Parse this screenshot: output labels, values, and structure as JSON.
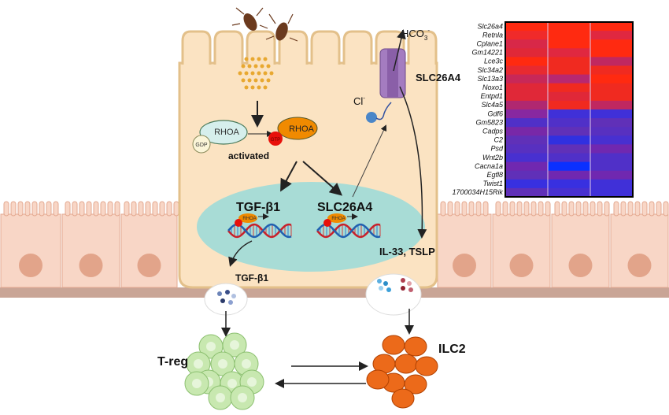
{
  "labels": {
    "hco3": "HCO",
    "hco3_sub": "3",
    "hco3_sup": "-",
    "cl": "Cl",
    "cl_sup": "-",
    "transporter": "SLC26A4",
    "rhoa_inactive": "RHOA",
    "gdp": "GDP",
    "rhoa_active": "RHOA",
    "gtp": "GTP",
    "activated": "activated",
    "gene1": "TGF-β1",
    "gene2": "SLC26A4",
    "dna_rhoa": "RHOA",
    "cytokines": "IL-33, TSLP",
    "secreted": "TGF-β1",
    "treg": "T-reg",
    "ilc2": "ILC2"
  },
  "heatmap": {
    "genes": [
      "Slc26a4",
      "Retnla",
      "Cplane1",
      "Gm14221",
      "Lce3c",
      "Slc34a2",
      "Slc13a3",
      "Noxo1",
      "Entpd1",
      "Slc4a5",
      "Gdf6",
      "Gm5823",
      "Cadps",
      "C2",
      "Psd",
      "Wnt2b",
      "Cacna1a",
      "Egfl8",
      "Twist1",
      "1700034H15Rik"
    ],
    "colors": [
      [
        "#ff2a10",
        "#ff2a10",
        "#ff2a10"
      ],
      [
        "#f02a2a",
        "#ff2a10",
        "#e02840"
      ],
      [
        "#d82848",
        "#ff2a10",
        "#ff2a10"
      ],
      [
        "#e02838",
        "#e02840",
        "#ff2a10"
      ],
      [
        "#ff2a10",
        "#f02a20",
        "#c02860"
      ],
      [
        "#e82a30",
        "#f02a20",
        "#f02a20"
      ],
      [
        "#c82858",
        "#b82870",
        "#ff2a10"
      ],
      [
        "#e02838",
        "#f02a20",
        "#f02a20"
      ],
      [
        "#e02838",
        "#e02838",
        "#f02a20"
      ],
      [
        "#b02870",
        "#f02a20",
        "#c02860"
      ],
      [
        "#8828a0",
        "#4030d8",
        "#4030d8"
      ],
      [
        "#5030c8",
        "#5030c8",
        "#6030b8"
      ],
      [
        "#7828a8",
        "#6030b8",
        "#5830c0"
      ],
      [
        "#6030b8",
        "#3030e0",
        "#4830d0"
      ],
      [
        "#5830c0",
        "#6030b8",
        "#7028b0"
      ],
      [
        "#4830d0",
        "#5030c8",
        "#5030c8"
      ],
      [
        "#7028b0",
        "#0a30ff",
        "#5030c8"
      ],
      [
        "#6030b8",
        "#7028b0",
        "#7028b0"
      ],
      [
        "#3830e0",
        "#3830e0",
        "#4030d8"
      ],
      [
        "#6030b8",
        "#4830d0",
        "#4030d8"
      ]
    ]
  }
}
